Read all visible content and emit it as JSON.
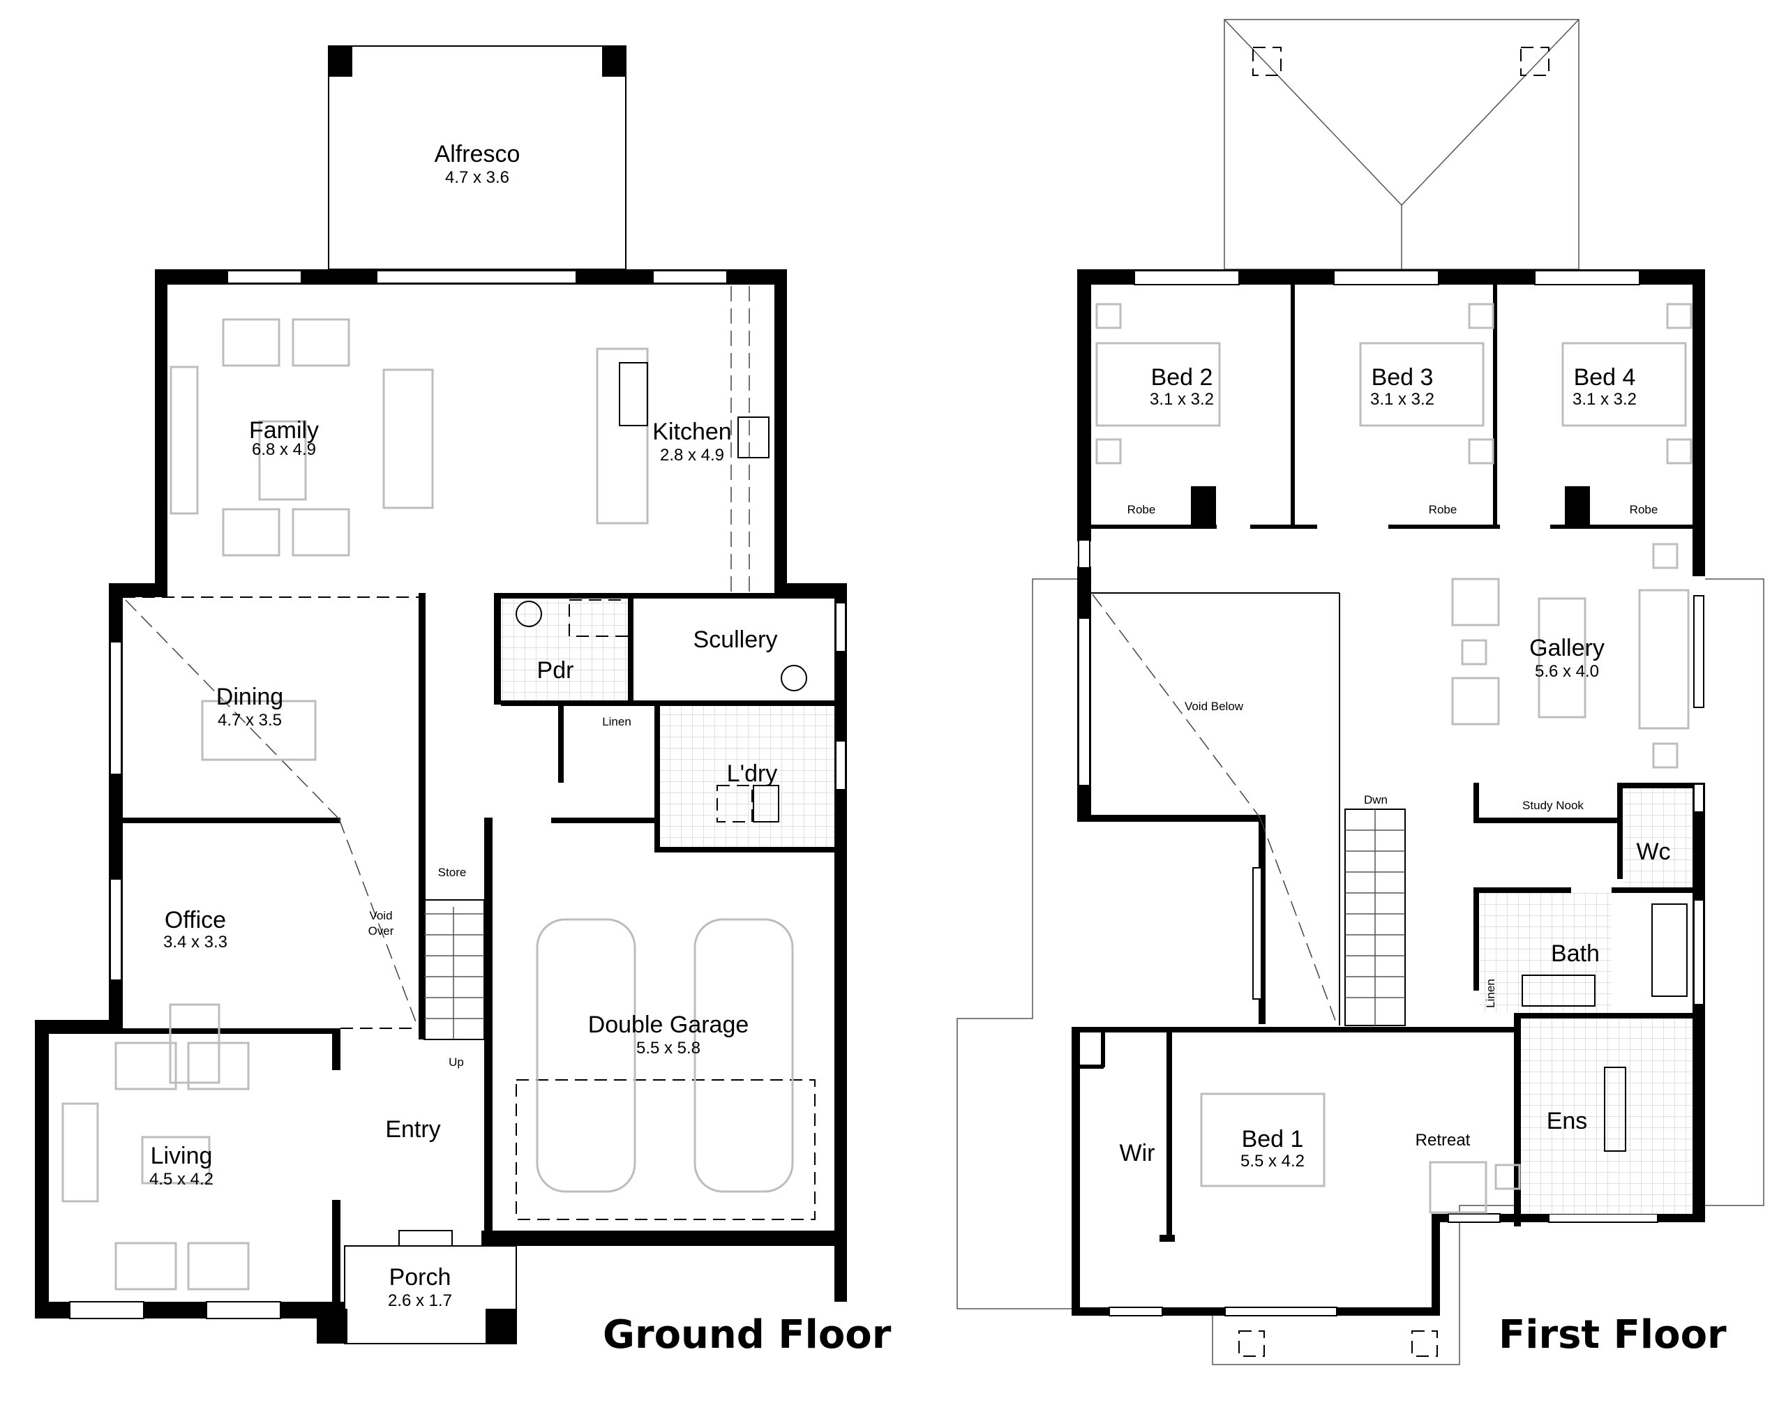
{
  "ground_floor": {
    "title": "Ground Floor",
    "rooms": {
      "alfresco": {
        "name": "Alfresco",
        "dims": "4.7 x 3.6"
      },
      "family": {
        "name": "Family",
        "dims": "6.8 x 4.9"
      },
      "kitchen": {
        "name": "Kitchen",
        "dims": "2.8 x 4.9"
      },
      "dining": {
        "name": "Dining",
        "dims": "4.7 x 3.5"
      },
      "scullery": {
        "name": "Scullery"
      },
      "pdr": {
        "name": "Pdr"
      },
      "linen": {
        "name": "Linen"
      },
      "laundry": {
        "name": "L'dry"
      },
      "office": {
        "name": "Office",
        "dims": "3.4 x 3.3"
      },
      "store": {
        "name": "Store"
      },
      "void_over": {
        "line1": "Void",
        "line2": "Over"
      },
      "stairs_up": {
        "name": "Up"
      },
      "double_garage": {
        "name": "Double Garage",
        "dims": "5.5 x 5.8"
      },
      "living": {
        "name": "Living",
        "dims": "4.5 x 4.2"
      },
      "entry": {
        "name": "Entry"
      },
      "porch": {
        "name": "Porch",
        "dims": "2.6 x 1.7"
      }
    }
  },
  "first_floor": {
    "title": "First Floor",
    "rooms": {
      "bed2": {
        "name": "Bed 2",
        "dims": "3.1 x 3.2"
      },
      "bed3": {
        "name": "Bed 3",
        "dims": "3.1 x 3.2"
      },
      "bed4": {
        "name": "Bed 4",
        "dims": "3.1 x 3.2"
      },
      "robe2": {
        "name": "Robe"
      },
      "robe3": {
        "name": "Robe"
      },
      "robe4": {
        "name": "Robe"
      },
      "gallery": {
        "name": "Gallery",
        "dims": "5.6 x 4.0"
      },
      "void_below": {
        "name": "Void Below"
      },
      "stairs_down": {
        "name": "Dwn"
      },
      "study_nook": {
        "name": "Study Nook"
      },
      "wc": {
        "name": "Wc"
      },
      "bath": {
        "name": "Bath"
      },
      "linen": {
        "name": "Linen"
      },
      "bed1": {
        "name": "Bed 1",
        "dims": "5.5 x 4.2"
      },
      "wir": {
        "name": "Wir"
      },
      "retreat": {
        "name": "Retreat"
      },
      "ensuite": {
        "name": "Ens"
      }
    }
  }
}
